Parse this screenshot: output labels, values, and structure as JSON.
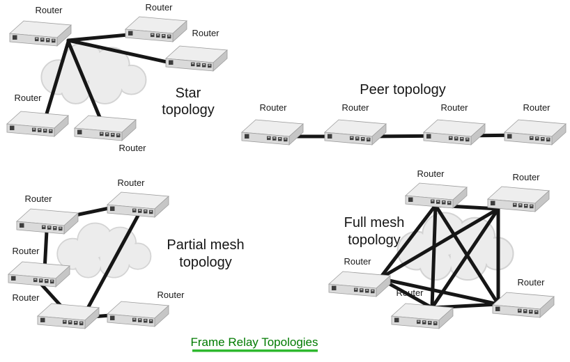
{
  "caption": {
    "text": "Frame Relay Topologies"
  },
  "labels": {
    "router": "Router"
  },
  "topologies": [
    {
      "id": "star",
      "title": [
        "Star",
        "topology"
      ],
      "router_count": 5,
      "cloud": true
    },
    {
      "id": "peer",
      "title": [
        "Peer topology"
      ],
      "router_count": 4,
      "cloud": false
    },
    {
      "id": "partial_mesh",
      "title": [
        "Partial mesh",
        "topology"
      ],
      "router_count": 5,
      "cloud": true
    },
    {
      "id": "full_mesh",
      "title": [
        "Full mesh",
        "topology"
      ],
      "router_count": 5,
      "cloud": true
    }
  ],
  "colors": {
    "link": "#161616",
    "caption_text": "#007a00",
    "caption_underline": "#2eb82e",
    "router_top": "#eeeeee",
    "router_front": "#dadada",
    "router_side": "#c6c6c6",
    "cloud_fill": "#ececec",
    "label_text": "#1a1a1a"
  }
}
